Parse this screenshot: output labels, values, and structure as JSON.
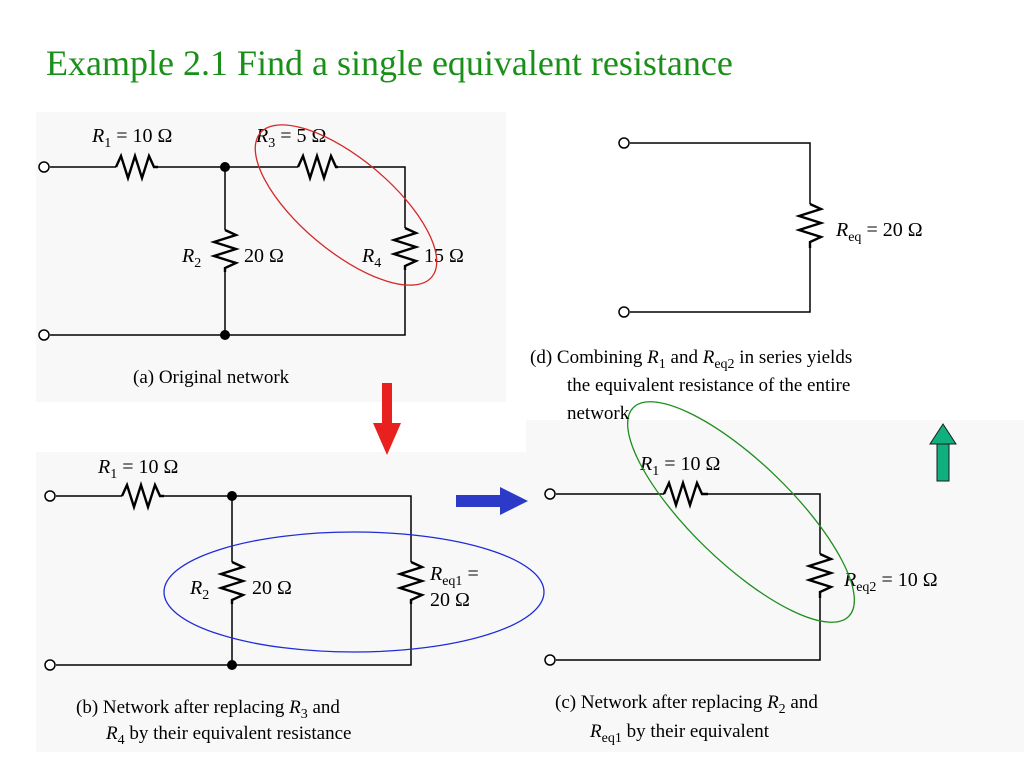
{
  "title": "Example 2.1 Find a single equivalent resistance",
  "colors": {
    "title": "#1a8f1a",
    "highlight_a": "#d62828",
    "highlight_b": "#1f2bd8",
    "highlight_c": "#1e8f1e",
    "arrow_down": "#e8211f",
    "arrow_right": "#2b3bc8",
    "arrow_up": "#10b07e"
  },
  "panel_a": {
    "r1": {
      "sym": "R",
      "sub": "1",
      "val": " = 10 Ω"
    },
    "r2": {
      "sym": "R",
      "sub": "2",
      "val": "20 Ω"
    },
    "r3": {
      "sym": "R",
      "sub": "3",
      "val": " = 5 Ω"
    },
    "r4": {
      "sym": "R",
      "sub": "4",
      "val": "15 Ω"
    },
    "caption": "(a) Original network"
  },
  "panel_b": {
    "r1": {
      "sym": "R",
      "sub": "1",
      "val": " = 10 Ω"
    },
    "r2": {
      "sym": "R",
      "sub": "2",
      "val": "20 Ω"
    },
    "req1": {
      "sym": "R",
      "sub": "eq1",
      "val": " =",
      "val2": "20 Ω"
    },
    "caption": {
      "l1_a": "(b) Network after replacing ",
      "l1_sym": "R",
      "l1_sub": "3",
      "l1_b": " and",
      "l2_sym": "R",
      "l2_sub": "4",
      "l2_b": " by their equivalent resistance"
    }
  },
  "panel_c": {
    "r1": {
      "sym": "R",
      "sub": "1",
      "val": " = 10 Ω"
    },
    "req2": {
      "sym": "R",
      "sub": "eq2",
      "val": " = 10 Ω"
    },
    "caption": {
      "l1_a": "(c) Network after replacing ",
      "l1_sym": "R",
      "l1_sub": "2",
      "l1_b": " and",
      "l2_sym": "R",
      "l2_sub": "eq1",
      "l2_b": " by their equivalent"
    }
  },
  "panel_d": {
    "req": {
      "sym": "R",
      "sub": "eq",
      "val": " = 20 Ω"
    },
    "caption": {
      "l1_a": "(d) Combining ",
      "l1_sym1": "R",
      "l1_sub1": "1",
      "l1_b": " and ",
      "l1_sym2": "R",
      "l1_sub2": "eq2",
      "l1_c": " in series yields",
      "l2": "the equivalent resistance of the entire",
      "l3": "network"
    }
  }
}
